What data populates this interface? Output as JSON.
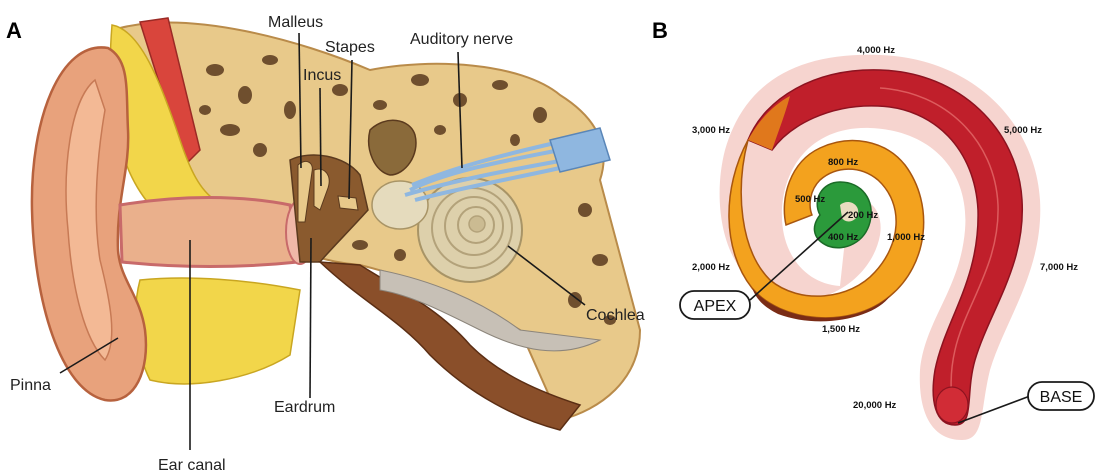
{
  "panel_a": {
    "panel_label": "A",
    "labels": {
      "malleus": "Malleus",
      "incus": "Incus",
      "stapes": "Stapes",
      "auditory_nerve": "Auditory nerve",
      "cochlea": "Cochlea",
      "pinna": "Pinna",
      "eardrum": "Eardrum",
      "ear_canal": "Ear canal"
    },
    "colors": {
      "skin": "#e8a27c",
      "bone": "#e6c98a",
      "fat": "#f2d64a",
      "cochlea": "#ddd0ab",
      "muscle": "#d9453c",
      "nerve": "#8fb7e0"
    }
  },
  "panel_b": {
    "panel_label": "B",
    "frequencies": {
      "f200": "200 Hz",
      "f400": "400 Hz",
      "f500": "500 Hz",
      "f800": "800 Hz",
      "f1000": "1,000 Hz",
      "f1500": "1,500 Hz",
      "f2000": "2,000 Hz",
      "f3000": "3,000 Hz",
      "f4000": "4,000 Hz",
      "f5000": "5,000 Hz",
      "f7000": "7,000 Hz",
      "f20000": "20,000 Hz"
    },
    "callouts": {
      "apex": "APEX",
      "base": "BASE"
    },
    "colors": {
      "high": "#c01f2b",
      "mid": "#f3a21e",
      "low": "#2b9a3b",
      "halo": "#f6d4cf"
    }
  }
}
